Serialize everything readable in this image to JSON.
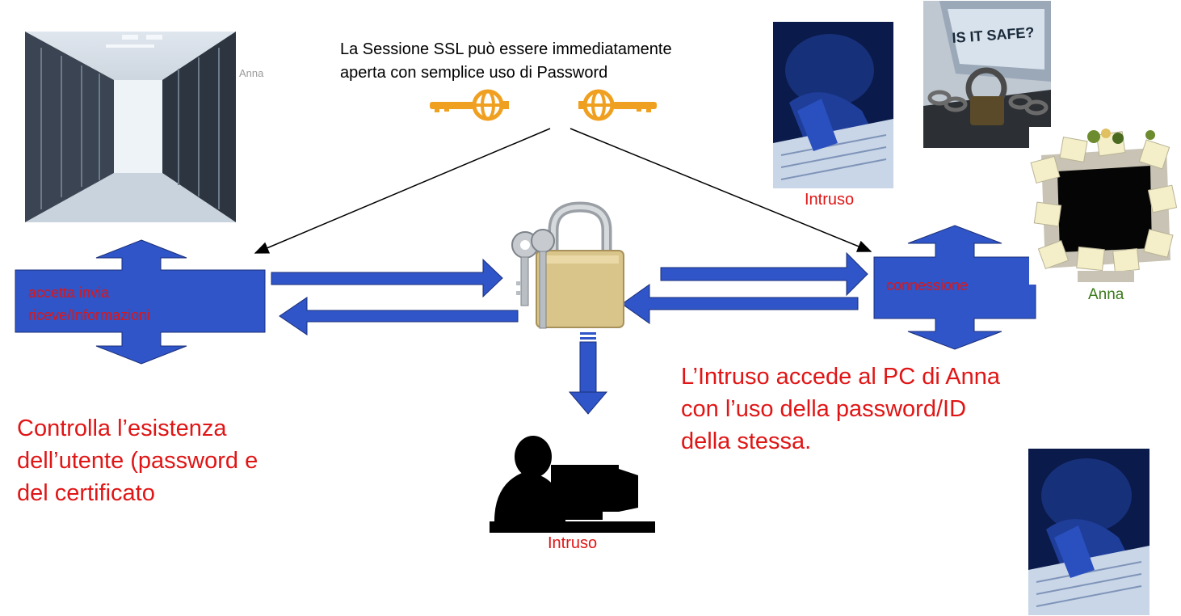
{
  "top_text": {
    "line1": "La Sessione SSL può essere immediatamente",
    "line2": "aperta con semplice uso di Password"
  },
  "server": {
    "label": "Anna"
  },
  "left_box": {
    "line1": "accetta invia",
    "line2": "riceve/Informazioni"
  },
  "right_box": {
    "label": "connessione"
  },
  "intruder_top": {
    "label": "Intruso"
  },
  "intruder_bottom": {
    "label": "Intruso"
  },
  "anna_pc": {
    "label": "Anna"
  },
  "left_note": {
    "line1": "Controlla l’esistenza",
    "line2": "dell’utente (password e",
    "line3": "del certificato"
  },
  "right_note": {
    "line1": "L’Intruso accede al PC di Anna",
    "line2": "con l’uso della password/ID",
    "line3": "della stessa."
  },
  "safe_sign": {
    "text": "IS IT SAFE?"
  },
  "colors": {
    "arrow_blue": "#2f55c8",
    "arrow_outline": "#1b2f78",
    "text_red": "#e01515",
    "label_green": "#3a7a1a"
  }
}
